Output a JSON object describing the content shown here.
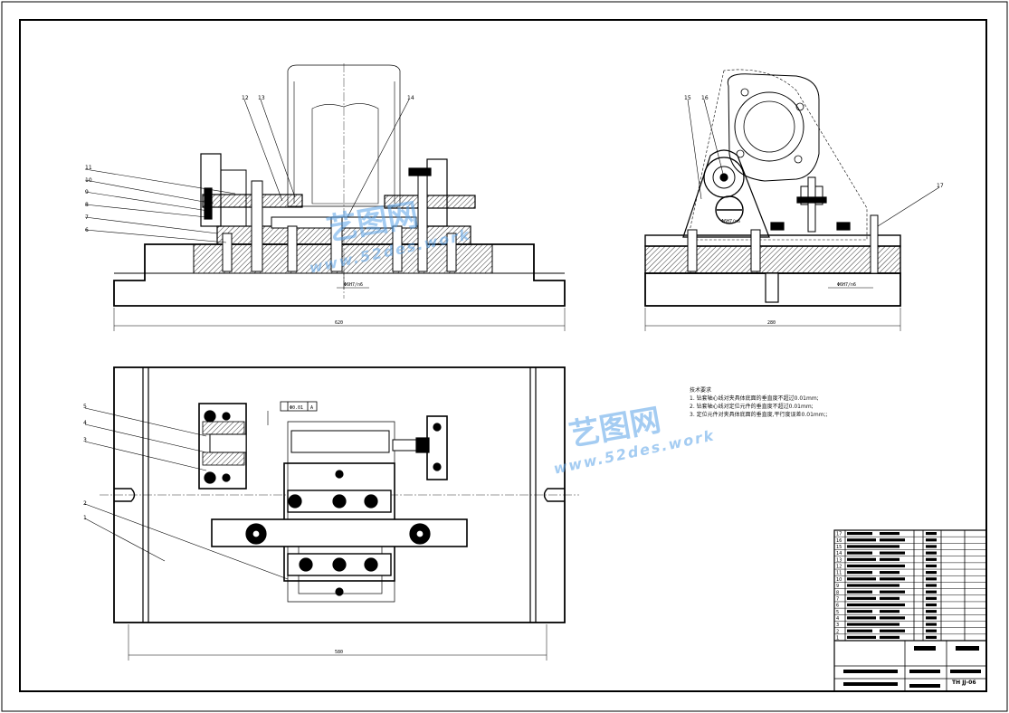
{
  "views": {
    "front": {
      "part_labels": [
        "11",
        "10",
        "9",
        "8",
        "7",
        "6",
        "12",
        "13",
        "14"
      ],
      "width_dim": "620",
      "fit": "Φ6H7/n6"
    },
    "side": {
      "part_labels": [
        "15",
        "16",
        "17"
      ],
      "width_dim": "280",
      "fit": "Φ6H7/n6",
      "hole_fit": "Φ6H7/n6"
    },
    "top": {
      "part_labels": [
        "5",
        "4",
        "3",
        "2",
        "1"
      ],
      "width_dim": "580",
      "tolerance_frame": "Φ0.01",
      "datum": "A"
    }
  },
  "notes": {
    "title": "技术要求",
    "items": [
      "1. 钻套轴心线对夹具体底面的垂直度不超过0.01mm;",
      "2. 钻套轴心线对定位元件的垂直度不超过0.01mm;",
      "3. 定位元件对夹具体底面的垂直度,平行度误差0.01mm;;"
    ]
  },
  "title_block": {
    "drawing_number": "TH JJ-06",
    "bom_rows": [
      "17",
      "16",
      "15",
      "14",
      "13",
      "12",
      "11",
      "10",
      "9",
      "8",
      "7",
      "6",
      "5",
      "4",
      "3",
      "2",
      "1"
    ]
  },
  "watermark": {
    "cn": "艺图网",
    "url": "www.52des.work"
  }
}
